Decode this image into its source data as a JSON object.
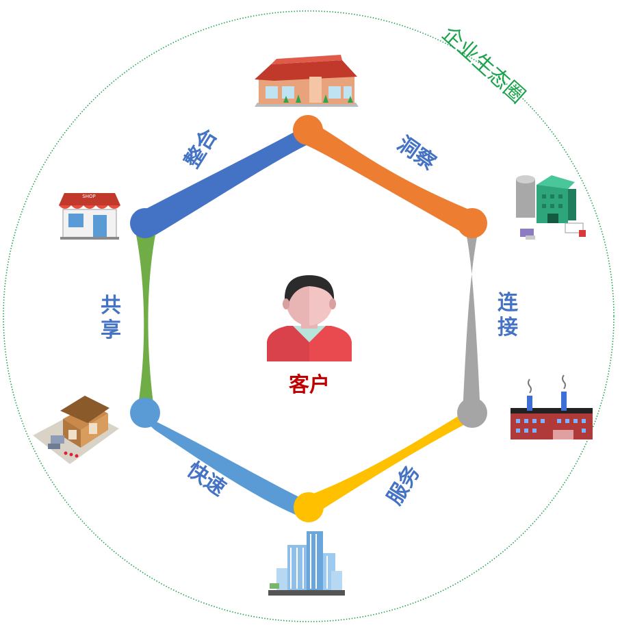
{
  "ecosystem_label": "企业生态圈",
  "center_label": "客户",
  "edge_labels": {
    "integrate": "整合",
    "insight": "洞察",
    "connect": "连接",
    "service": "服务",
    "fast": "快速",
    "share": "共享"
  },
  "colors": {
    "eco_circle": "#1aa34a",
    "edge_label": "#4472c4",
    "center_label": "#c00000",
    "blue": "#4472c4",
    "orange": "#ed7d31",
    "gray": "#a5a5a5",
    "gold": "#ffc000",
    "light_blue": "#5b9bd5",
    "green": "#70ad47"
  },
  "icons": [
    "supermarket-icon",
    "warehouse-factory-icon",
    "factory-icon",
    "office-tower-icon",
    "logistics-warehouse-icon",
    "shop-icon",
    "customer-avatar-icon"
  ]
}
